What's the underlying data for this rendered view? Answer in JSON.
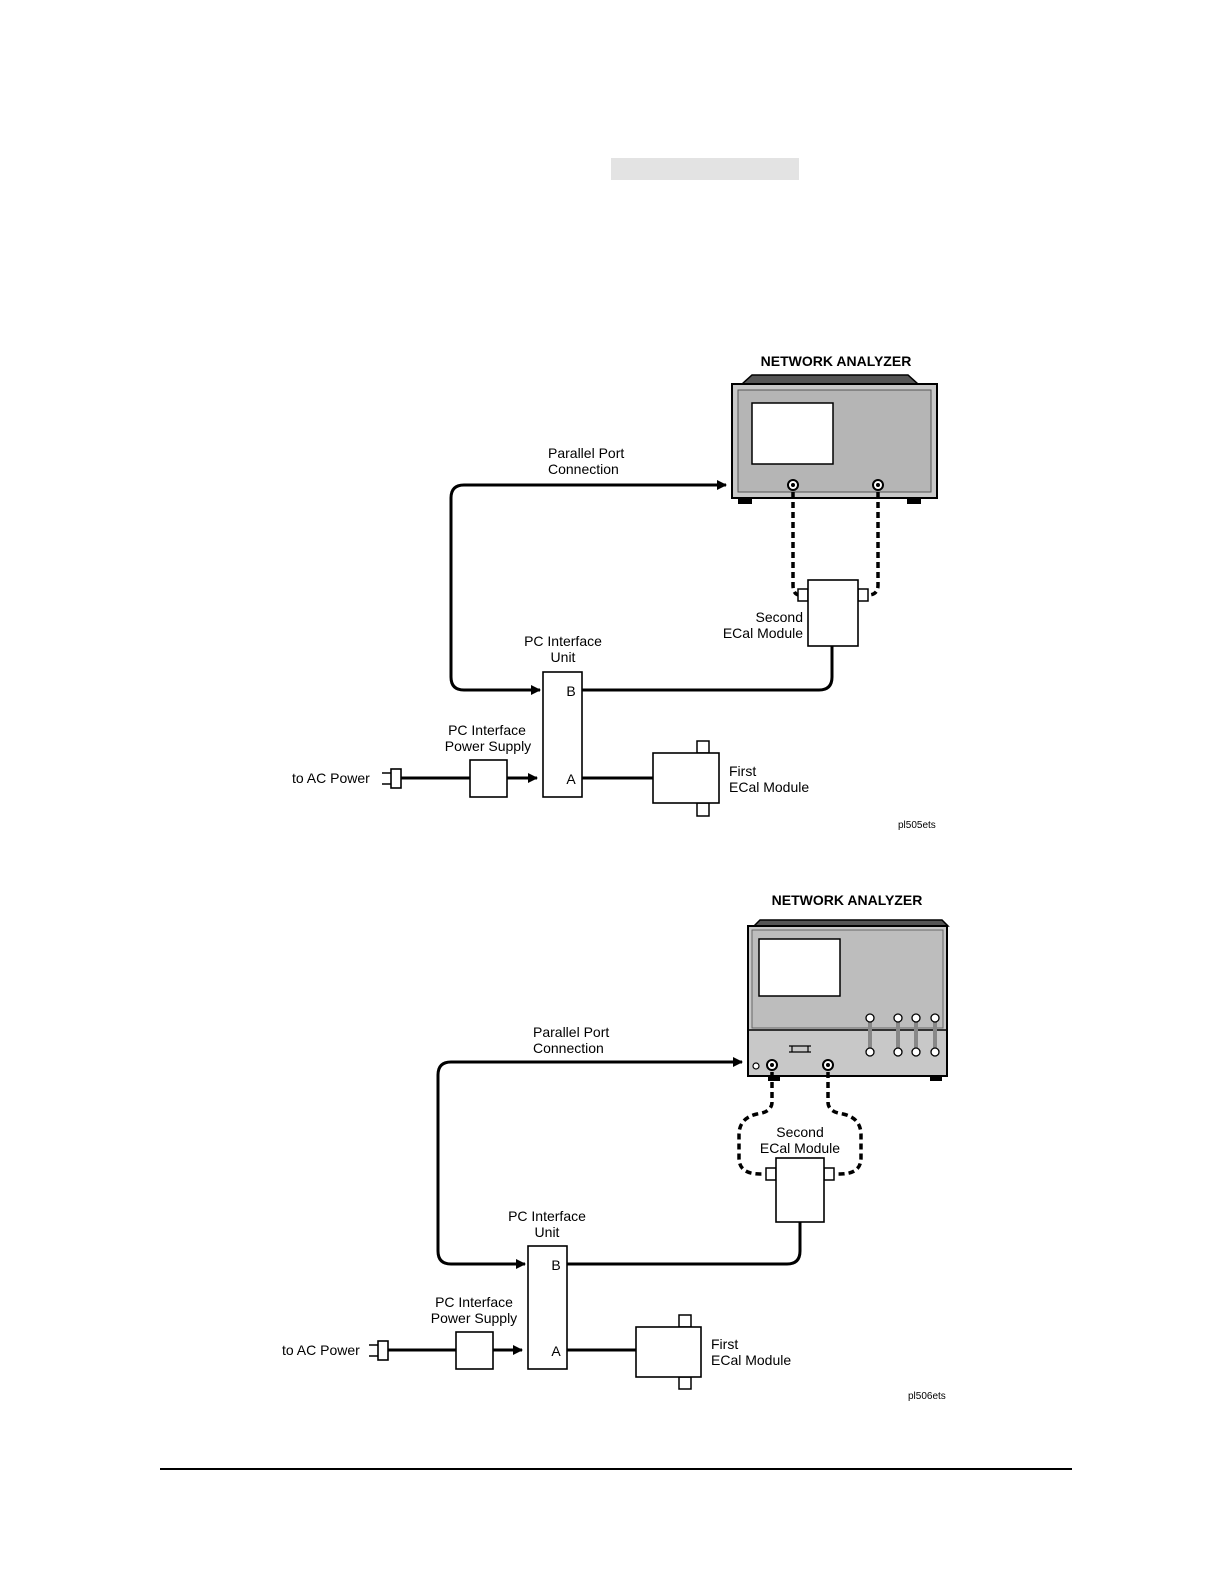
{
  "diagram1": {
    "title": "NETWORK ANALYZER",
    "parallel_port_line1": "Parallel Port",
    "parallel_port_line2": "Connection",
    "second_module_line1": "Second",
    "second_module_line2": "ECal Module",
    "pc_unit_line1": "PC Interface",
    "pc_unit_line2": "Unit",
    "port_b": "B",
    "port_a": "A",
    "power_supply_line1": "PC Interface",
    "power_supply_line2": "Power Supply",
    "ac_power": "to AC Power",
    "first_module_line1": "First",
    "first_module_line2": "ECal Module",
    "figure_id": "pl505ets"
  },
  "diagram2": {
    "title": "NETWORK ANALYZER",
    "parallel_port_line1": "Parallel Port",
    "parallel_port_line2": "Connection",
    "second_module_line1": "Second",
    "second_module_line2": "ECal Module",
    "pc_unit_line1": "PC Interface",
    "pc_unit_line2": "Unit",
    "port_b": "B",
    "port_a": "A",
    "power_supply_line1": "PC Interface",
    "power_supply_line2": "Power Supply",
    "ac_power": "to AC Power",
    "first_module_line1": "First",
    "first_module_line2": "ECal Module",
    "figure_id": "pl506ets"
  }
}
